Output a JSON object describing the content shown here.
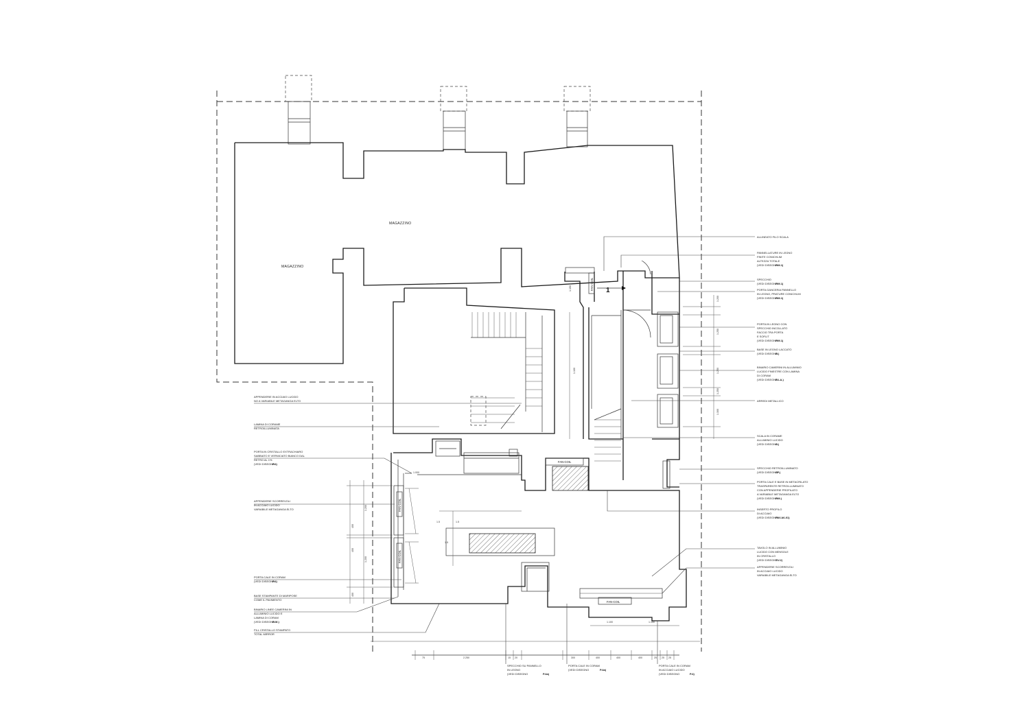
{
  "rooms": {
    "magazzino_upper": "MAGAZZINO",
    "magazzino_lower": "MAGAZZINO"
  },
  "section_marker": "1",
  "tags": {
    "fan_col_1": "FAN-COIL",
    "fan_col_2": "FAN-COIL",
    "fan_col_3": "FAN-COIL",
    "fan_col_4": "FAN-COIL",
    "fan_col_5": "FAN-COIL"
  },
  "notes_right": [
    {
      "lines": [
        "ALLINEATO FILO SCALA"
      ],
      "ref": ""
    },
    {
      "lines": [
        "PANNELLATURE IN LEGNO",
        "FINITE CONICHLIM",
        "ALTEZZA TOTALE",
        "(VEDI DISEGNO"
      ],
      "ref": "P.M.1)"
    },
    {
      "lines": [
        "SPECCHIO",
        "(VEDI DISEGNO"
      ],
      "ref": "P.M.1)"
    },
    {
      "lines": [
        "PORTA GANCERIA PANNELLO",
        "IN LEGNO, PRATURE CONICHLIM",
        "(VEDI DISEGNO"
      ],
      "ref": "P.M.1)"
    },
    {
      "lines": [
        "PORTA IN LEGNO CON",
        "SPECCHIO INCOLLATO",
        "FACCIO TRA PORTA",
        "E SOFLIT",
        "(VEDI DISEGNO"
      ],
      "ref": "P.M.1)"
    },
    {
      "lines": [
        "BASE IN LEGNO LACCATO",
        "(VEDI DISEGNO"
      ],
      "ref": "B.)"
    },
    {
      "lines": [
        "BINARIO CAMERINI IN ALLUMINIO",
        "LUCIDO FINESTRE CON LAMINA",
        "DI CORAM",
        "(VEDI DISEGNO"
      ],
      "ref": "R.LA.)"
    },
    {
      "lines": [
        "ARREDI METALLICO"
      ],
      "ref": ""
    },
    {
      "lines": [
        "SCALA IN CORAME",
        "ALLUMINIO LUCIDO",
        "(VEDI DISEGNO"
      ],
      "ref": "S.)"
    },
    {
      "lines": [
        "SPECCHIO RETROILLUMINATO",
        "(VEDI DISEGNO"
      ],
      "ref": "SP.)"
    },
    {
      "lines": [
        "PORTA CALE E BASE IN METACRILATO",
        "TRASPARENTE RETROILLUMINATO",
        "CON APPENDERIE PROFILATO",
        "A VARIABILE METAGANGA ELTO",
        "(VEDI DISEGNO"
      ],
      "ref": "P.M.)"
    },
    {
      "lines": [
        "INSERTO PROFILO",
        "DI ACCIAIO",
        "(VEDI DISEGNO"
      ],
      "ref": "PAV.A6-01)"
    },
    {
      "lines": [
        "TAVOLO IN ALLUMINIO",
        "LUCIDO CON MENSOLE",
        "IN CRISTALLO",
        "(VEDI DISEGNO"
      ],
      "ref": "T.V.2)"
    },
    {
      "lines": [
        "APPENDERIE SCORREVOLI",
        "IN ACCIAIO LUCIDO",
        "VARIABILE METAGANGA ELTO"
      ],
      "ref": ""
    }
  ],
  "notes_left": [
    {
      "lines": [
        "APPENDERIE IN ACCIAIO LUCIDO",
        "NO A VARIABILE METAGANGA ELTO"
      ],
      "ref": ""
    },
    {
      "lines": [
        "LAMINA DI CORAME",
        "RETROILLUMINATA"
      ],
      "ref": ""
    },
    {
      "lines": [
        "PORTA IN CRISTALLO EXTRACHIARO",
        "SABBIATO E VERNICIATO BIANCO DAL",
        "RETRO AL 1%",
        "(VEDI DISEGNO"
      ],
      "ref": "P.4)"
    },
    {
      "lines": [
        "APPENDERIE SCORREVOLI",
        "IN ACCIAIO LUCIDO",
        "VARIABILE METAGANGA ELTO"
      ],
      "ref": ""
    },
    {
      "lines": [
        "PORTA CALE IN CORAM",
        "(VEDI DISEGNO"
      ],
      "ref": "P.4)"
    },
    {
      "lines": [
        "BASE STAMPANTE DI MARIPOSE",
        "COME IL PAVIMENTO"
      ],
      "ref": ""
    },
    {
      "lines": [
        "BINARIO LINEE CAMERINI IN",
        "ALLUMINIO LUCIDO E",
        "LAMINA DI CORAM",
        "(VEDI DISEGNO"
      ],
      "ref": "R.M.)"
    },
    {
      "lines": [
        "FILL CRISTALLO STAMPATO",
        "TOTAL MIRROR"
      ],
      "ref": ""
    }
  ],
  "notes_bottom": [
    {
      "lines": [
        "SPECCHIO SU PANNELLO",
        "IN LEGNO",
        "(VEDI DISEGNO"
      ],
      "ref": "P.4a)"
    },
    {
      "lines": [
        "PORTA CALE IN CORAM",
        "(VEDI DISEGNO"
      ],
      "ref": "P.4a)"
    },
    {
      "lines": [
        "PORTA CALE IN CORAM",
        "IN ACCIAIO LUCIDO",
        "(VEDI DISEGNO"
      ],
      "ref": "P.4)"
    }
  ],
  "dims": {
    "bottom": [
      "75",
      "2.250",
      "15",
      "20",
      "300",
      "400",
      "400",
      "400",
      "25",
      "25",
      "25"
    ],
    "right_column": [
      "1.200",
      "1.250",
      "1.250",
      "1.250",
      "1.300"
    ],
    "left_column": [
      "1.200",
      "400",
      "400",
      "1.200",
      "400"
    ],
    "stair": [
      "1.100"
    ],
    "misc": [
      "1.000",
      "1.150",
      "1.100",
      "1.150",
      "25",
      "1.5",
      "1.5",
      "1.5"
    ]
  }
}
